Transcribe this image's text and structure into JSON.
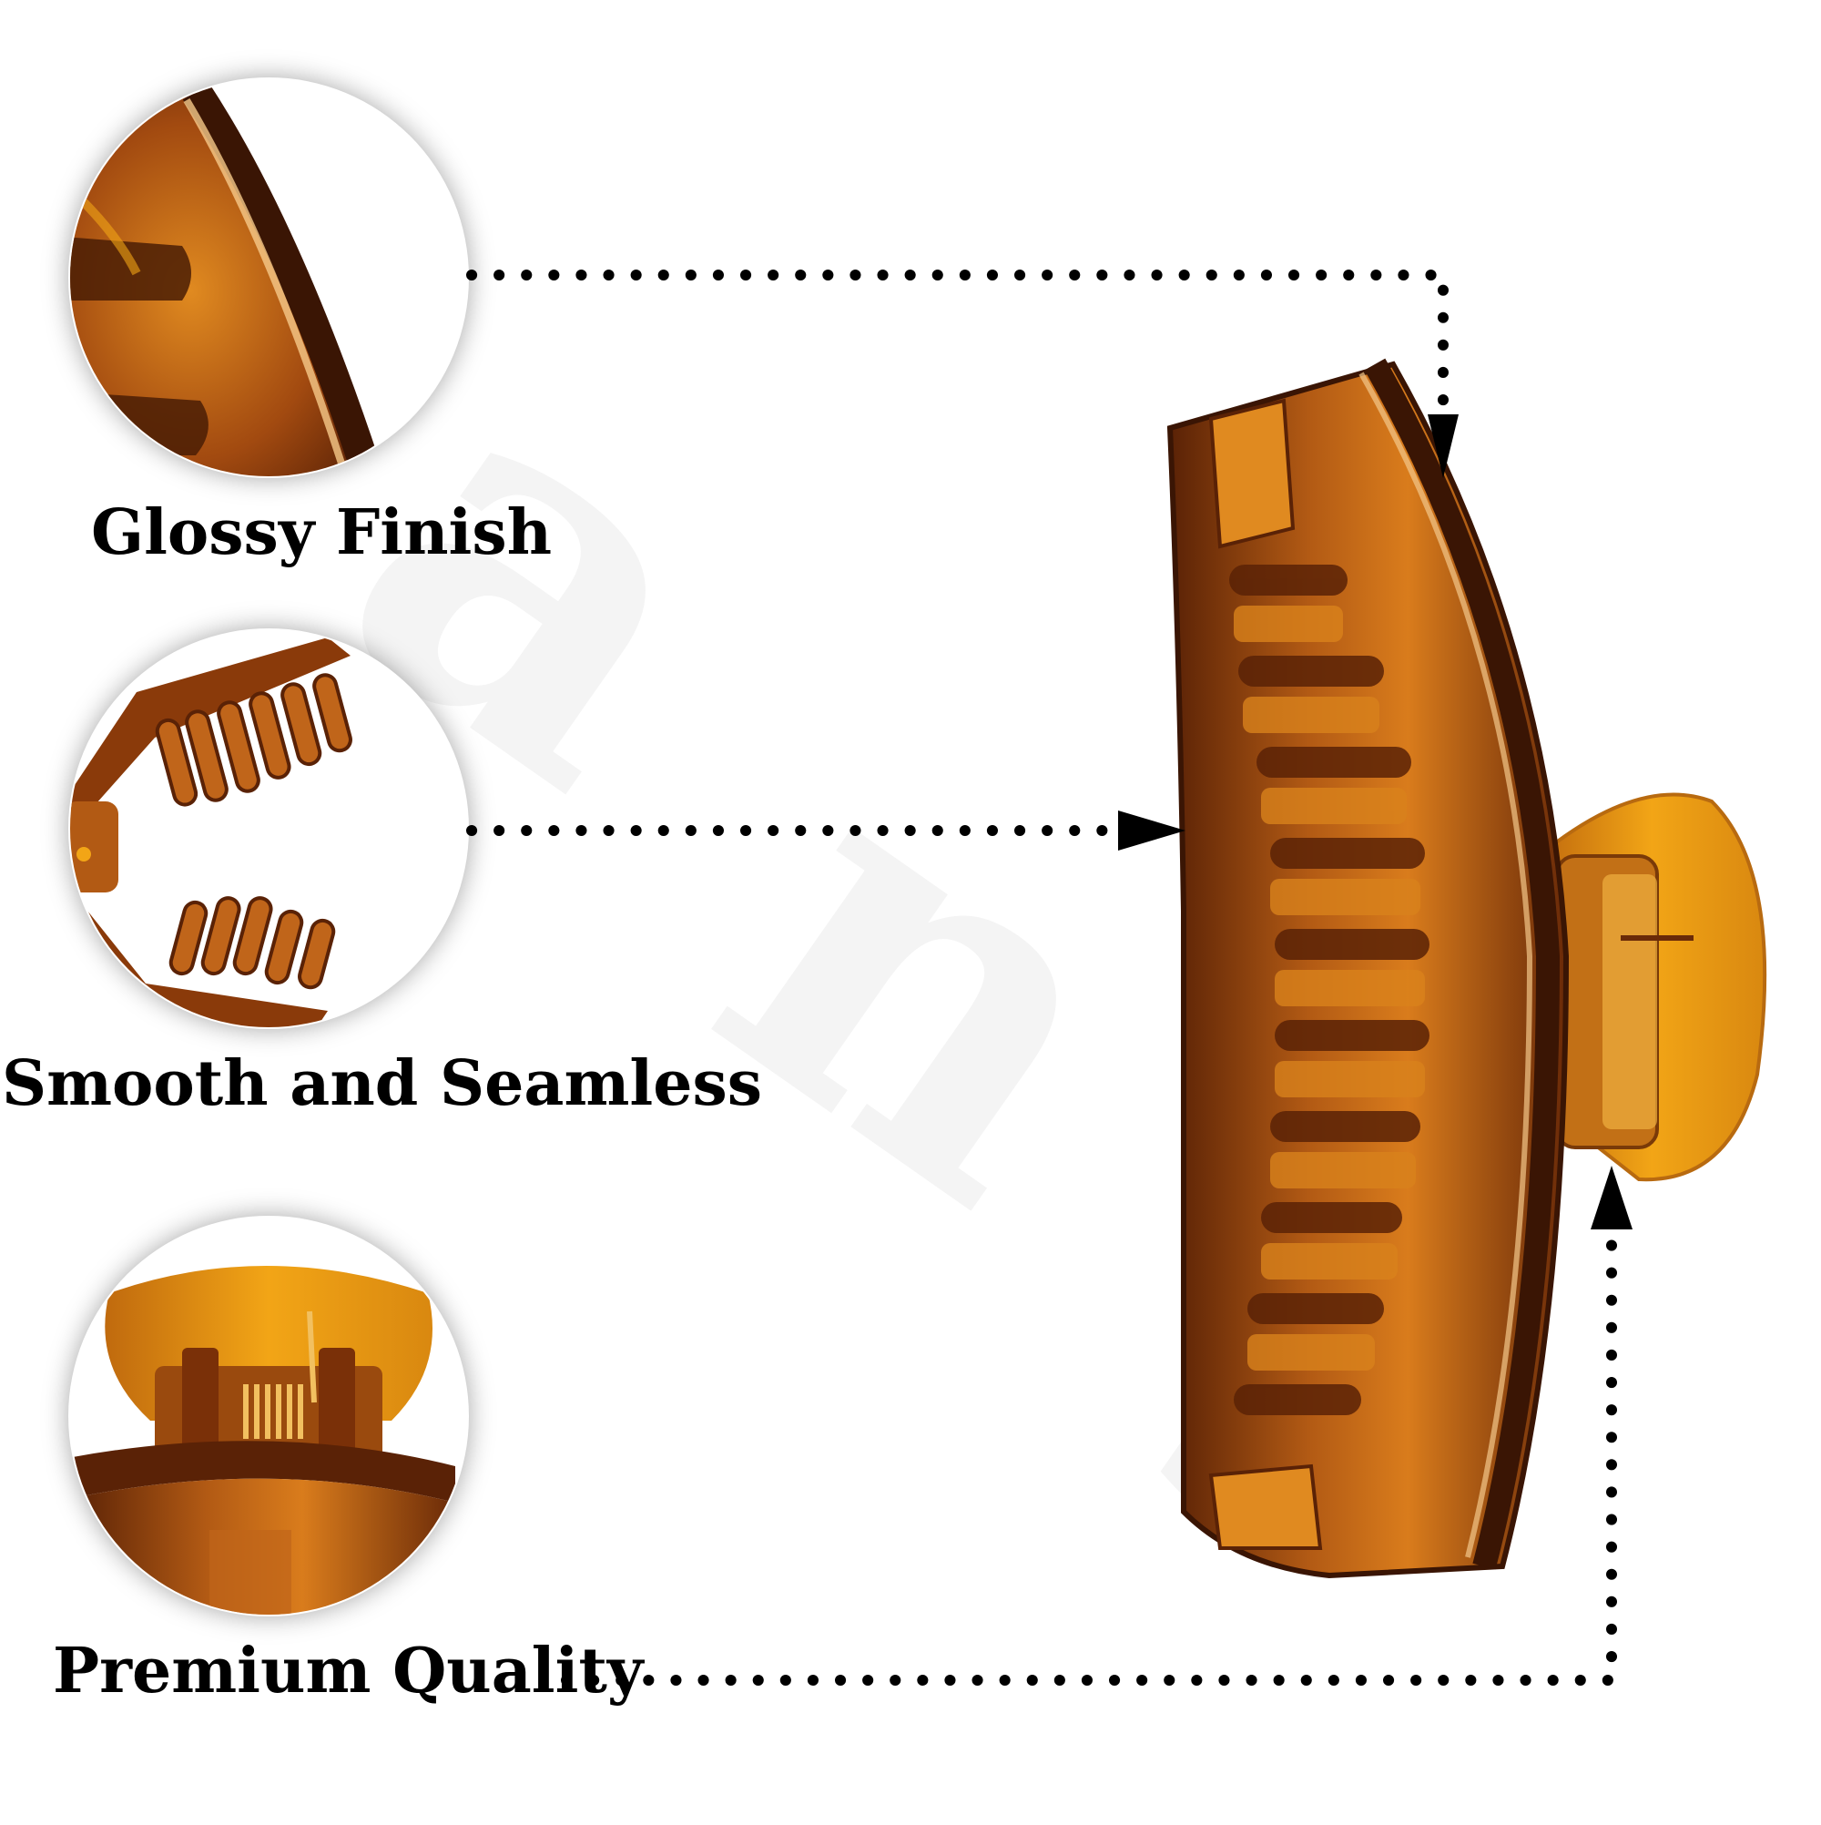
{
  "features": [
    {
      "label": "Glossy Finish"
    },
    {
      "label": "Smooth and Seamless"
    },
    {
      "label": "Premium Quality"
    }
  ],
  "colors": {
    "amber_dark": "#4a1d05",
    "amber_mid": "#8a3a0a",
    "amber_main": "#b25a14",
    "amber_light": "#e08a20",
    "amber_yellow": "#f2a516",
    "connector": "#000000",
    "label_text": "#000000",
    "background": "#ffffff"
  }
}
